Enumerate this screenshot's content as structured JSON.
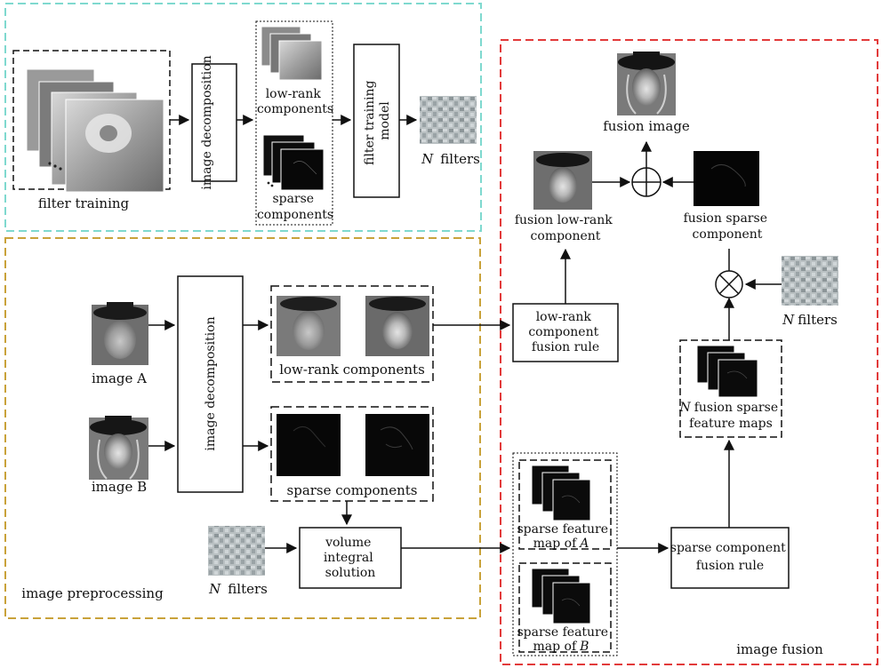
{
  "regions": {
    "filter_training": "filter training",
    "image_preprocessing": "image preprocessing",
    "image_fusion": "image fusion"
  },
  "nodes": {
    "image_decomposition_top": "image decomposition",
    "low_rank_components_top": [
      "low-rank",
      "components"
    ],
    "sparse_components_top": [
      "sparse",
      "components"
    ],
    "filter_training_model": [
      "filter training",
      "model"
    ],
    "n_filters_top": {
      "n": "N",
      "text": "filters"
    },
    "image_a": "image A",
    "image_b": "image B",
    "image_decomposition_mid": "image decomposition",
    "low_rank_components_mid": "low-rank components",
    "sparse_components_mid": "sparse components",
    "n_filters_bottom": {
      "n": "N",
      "text": "filters"
    },
    "volume_integral_solution": [
      "volume",
      "integral",
      "solution"
    ],
    "sparse_feature_map_a": {
      "line1": "sparse feature",
      "line2": "map of",
      "var": "A"
    },
    "sparse_feature_map_b": {
      "line1": "sparse feature",
      "line2": "map of",
      "var": "B"
    },
    "sparse_component_fusion_rule": [
      "sparse component",
      "fusion rule"
    ],
    "n_fusion_sparse_feature_maps": {
      "n": "N",
      "line1": "fusion sparse",
      "line2": "feature maps"
    },
    "n_filters_right": {
      "n": "N",
      "text": "filters"
    },
    "low_rank_component_fusion_rule": [
      "low-rank",
      "component",
      "fusion rule"
    ],
    "fusion_low_rank_component": [
      "fusion low-rank",
      "component"
    ],
    "fusion_sparse_component": [
      "fusion sparse",
      "component"
    ],
    "fusion_image": "fusion image"
  },
  "colors": {
    "filter_training_border": "#7fd9cf",
    "image_preprocessing_border": "#c9a23a",
    "image_fusion_border": "#e23a3a",
    "line": "#111111"
  },
  "icons": [
    "oplus-icon",
    "otimes-icon",
    "photo-thumbnail",
    "filter-bank-thumbnail",
    "sparse-map-thumbnail"
  ]
}
